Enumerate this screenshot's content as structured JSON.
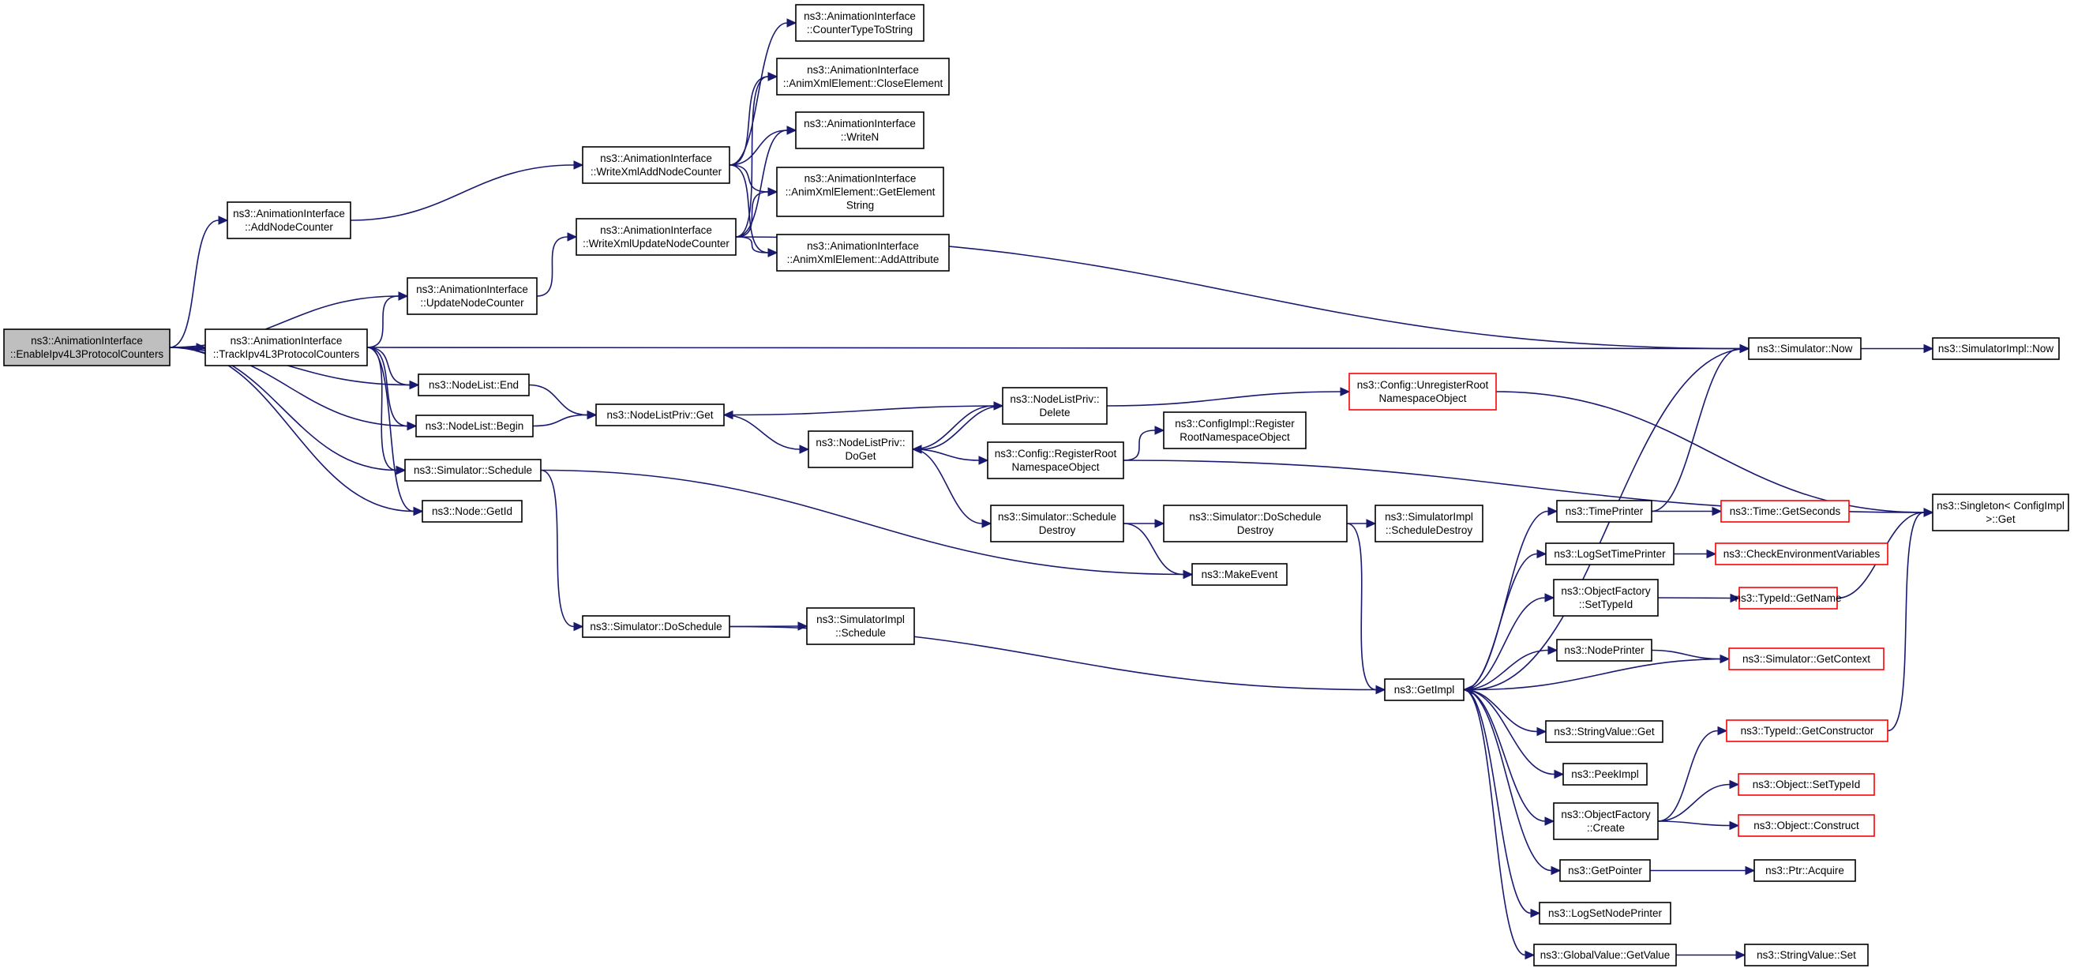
{
  "colors": {
    "edge": "#191970",
    "root_fill": "#bfbfbf",
    "node_border": "#000000",
    "truncated_border": "#ff0000"
  },
  "nodes": [
    {
      "id": "enable",
      "lines": [
        "ns3::AnimationInterface",
        "::EnableIpv4L3ProtocolCounters"
      ],
      "root": true
    },
    {
      "id": "addnode",
      "lines": [
        "ns3::AnimationInterface",
        "::AddNodeCounter"
      ]
    },
    {
      "id": "writexmladd",
      "lines": [
        "ns3::AnimationInterface",
        "::WriteXmlAddNodeCounter"
      ]
    },
    {
      "id": "countertype",
      "lines": [
        "ns3::AnimationInterface",
        "::CounterTypeToString"
      ]
    },
    {
      "id": "closeelem",
      "lines": [
        "ns3::AnimationInterface",
        "::AnimXmlElement::CloseElement"
      ]
    },
    {
      "id": "writen",
      "lines": [
        "ns3::AnimationInterface",
        "::WriteN"
      ]
    },
    {
      "id": "getelem",
      "lines": [
        "ns3::AnimationInterface",
        "::AnimXmlElement::GetElement",
        "String"
      ]
    },
    {
      "id": "addattr",
      "lines": [
        "ns3::AnimationInterface",
        "::AnimXmlElement::AddAttribute"
      ]
    },
    {
      "id": "writexmlupd",
      "lines": [
        "ns3::AnimationInterface",
        "::WriteXmlUpdateNodeCounter"
      ]
    },
    {
      "id": "updnode",
      "lines": [
        "ns3::AnimationInterface",
        "::UpdateNodeCounter"
      ]
    },
    {
      "id": "track",
      "lines": [
        "ns3::AnimationInterface",
        "::TrackIpv4L3ProtocolCounters"
      ]
    },
    {
      "id": "nlend",
      "lines": [
        "ns3::NodeList::End"
      ]
    },
    {
      "id": "nlbegin",
      "lines": [
        "ns3::NodeList::Begin"
      ]
    },
    {
      "id": "simsched",
      "lines": [
        "ns3::Simulator::Schedule"
      ]
    },
    {
      "id": "nodegetid",
      "lines": [
        "ns3::Node::GetId"
      ]
    },
    {
      "id": "nlpget",
      "lines": [
        "ns3::NodeListPriv::Get"
      ]
    },
    {
      "id": "nlpdoget",
      "lines": [
        "ns3::NodeListPriv::",
        "DoGet"
      ]
    },
    {
      "id": "nlpdelete",
      "lines": [
        "ns3::NodeListPriv::",
        "Delete"
      ]
    },
    {
      "id": "cfgreg",
      "lines": [
        "ns3::Config::RegisterRoot",
        "NamespaceObject"
      ]
    },
    {
      "id": "cfgimplreg",
      "lines": [
        "ns3::ConfigImpl::Register",
        "RootNamespaceObject"
      ]
    },
    {
      "id": "cfgunreg",
      "lines": [
        "ns3::Config::UnregisterRoot",
        "NamespaceObject"
      ],
      "truncated": true
    },
    {
      "id": "simnow",
      "lines": [
        "ns3::Simulator::Now"
      ]
    },
    {
      "id": "simimplnow",
      "lines": [
        "ns3::SimulatorImpl::Now"
      ]
    },
    {
      "id": "singleton",
      "lines": [
        "ns3::Singleton< ConfigImpl",
        " >::Get"
      ]
    },
    {
      "id": "simschedd",
      "lines": [
        "ns3::Simulator::Schedule",
        "Destroy"
      ]
    },
    {
      "id": "simdoschedd",
      "lines": [
        "ns3::Simulator::DoSchedule",
        "Destroy"
      ]
    },
    {
      "id": "simimplschedd",
      "lines": [
        "ns3::SimulatorImpl",
        "::ScheduleDestroy"
      ]
    },
    {
      "id": "makeevent",
      "lines": [
        "ns3::MakeEvent"
      ]
    },
    {
      "id": "simdosched",
      "lines": [
        "ns3::Simulator::DoSchedule"
      ]
    },
    {
      "id": "simimplsched",
      "lines": [
        "ns3::SimulatorImpl",
        "::Schedule"
      ]
    },
    {
      "id": "getimpl",
      "lines": [
        "ns3::GetImpl"
      ]
    },
    {
      "id": "timeprinter",
      "lines": [
        "ns3::TimePrinter"
      ]
    },
    {
      "id": "timegetsec",
      "lines": [
        "ns3::Time::GetSeconds"
      ],
      "truncated": true
    },
    {
      "id": "logsettime",
      "lines": [
        "ns3::LogSetTimePrinter"
      ]
    },
    {
      "id": "checkenv",
      "lines": [
        "ns3::CheckEnvironmentVariables"
      ],
      "truncated": true
    },
    {
      "id": "ofsettypeid",
      "lines": [
        "ns3::ObjectFactory",
        "::SetTypeId"
      ]
    },
    {
      "id": "typeidgetname",
      "lines": [
        "ns3::TypeId::GetName"
      ],
      "truncated": true
    },
    {
      "id": "nodeprinter",
      "lines": [
        "ns3::NodePrinter"
      ]
    },
    {
      "id": "simgetctx",
      "lines": [
        "ns3::Simulator::GetContext"
      ],
      "truncated": true
    },
    {
      "id": "stringvalget",
      "lines": [
        "ns3::StringValue::Get"
      ]
    },
    {
      "id": "typeidgetctor",
      "lines": [
        "ns3::TypeId::GetConstructor"
      ],
      "truncated": true
    },
    {
      "id": "peekimpl",
      "lines": [
        "ns3::PeekImpl"
      ]
    },
    {
      "id": "objsettypeid",
      "lines": [
        "ns3::Object::SetTypeId"
      ],
      "truncated": true
    },
    {
      "id": "ofcreate",
      "lines": [
        "ns3::ObjectFactory",
        "::Create"
      ]
    },
    {
      "id": "objconstruct",
      "lines": [
        "ns3::Object::Construct"
      ],
      "truncated": true
    },
    {
      "id": "getpointer",
      "lines": [
        "ns3::GetPointer"
      ]
    },
    {
      "id": "ptracquire",
      "lines": [
        "ns3::Ptr::Acquire"
      ]
    },
    {
      "id": "logsetnode",
      "lines": [
        "ns3::LogSetNodePrinter"
      ]
    },
    {
      "id": "gvgetvalue",
      "lines": [
        "ns3::GlobalValue::GetValue"
      ]
    },
    {
      "id": "stringvalset",
      "lines": [
        "ns3::StringValue::Set"
      ]
    }
  ],
  "edges": [
    [
      "enable",
      "addnode"
    ],
    [
      "enable",
      "updnode"
    ],
    [
      "enable",
      "track"
    ],
    [
      "enable",
      "nlend"
    ],
    [
      "enable",
      "nlbegin"
    ],
    [
      "enable",
      "simsched"
    ],
    [
      "enable",
      "nodegetid"
    ],
    [
      "addnode",
      "writexmladd"
    ],
    [
      "writexmladd",
      "countertype"
    ],
    [
      "writexmladd",
      "closeelem"
    ],
    [
      "writexmladd",
      "writen"
    ],
    [
      "writexmladd",
      "getelem"
    ],
    [
      "writexmladd",
      "addattr"
    ],
    [
      "updnode",
      "writexmlupd"
    ],
    [
      "writexmlupd",
      "closeelem"
    ],
    [
      "writexmlupd",
      "writen"
    ],
    [
      "writexmlupd",
      "getelem"
    ],
    [
      "writexmlupd",
      "addattr"
    ],
    [
      "writexmlupd",
      "simnow"
    ],
    [
      "track",
      "updnode"
    ],
    [
      "track",
      "simnow"
    ],
    [
      "track",
      "nlend"
    ],
    [
      "track",
      "nlbegin"
    ],
    [
      "track",
      "simsched"
    ],
    [
      "track",
      "nodegetid"
    ],
    [
      "nlend",
      "nlpget"
    ],
    [
      "nlbegin",
      "nlpget"
    ],
    [
      "nlpget",
      "nlpdoget"
    ],
    [
      "nlpdoget",
      "nlpdelete"
    ],
    [
      "nlpdoget",
      "cfgreg"
    ],
    [
      "nlpdoget",
      "simschedd"
    ],
    [
      "nlpdelete",
      "nlpget"
    ],
    [
      "nlpdelete",
      "nlpdoget"
    ],
    [
      "nlpdelete",
      "cfgunreg"
    ],
    [
      "cfgreg",
      "cfgimplreg"
    ],
    [
      "cfgreg",
      "singleton"
    ],
    [
      "cfgunreg",
      "singleton"
    ],
    [
      "simsched",
      "makeevent"
    ],
    [
      "simsched",
      "simdosched"
    ],
    [
      "simschedd",
      "simdoschedd"
    ],
    [
      "simschedd",
      "makeevent"
    ],
    [
      "simdoschedd",
      "simimplschedd"
    ],
    [
      "simdoschedd",
      "getimpl"
    ],
    [
      "simdosched",
      "simimplsched"
    ],
    [
      "simdosched",
      "getimpl"
    ],
    [
      "simnow",
      "simimplnow"
    ],
    [
      "simnow",
      "getimpl"
    ],
    [
      "getimpl",
      "timeprinter"
    ],
    [
      "getimpl",
      "logsettime"
    ],
    [
      "getimpl",
      "ofsettypeid"
    ],
    [
      "getimpl",
      "nodeprinter"
    ],
    [
      "getimpl",
      "stringvalget"
    ],
    [
      "getimpl",
      "peekimpl"
    ],
    [
      "getimpl",
      "ofcreate"
    ],
    [
      "getimpl",
      "getpointer"
    ],
    [
      "getimpl",
      "logsetnode"
    ],
    [
      "getimpl",
      "gvgetvalue"
    ],
    [
      "timeprinter",
      "simnow"
    ],
    [
      "timeprinter",
      "timegetsec"
    ],
    [
      "logsettime",
      "checkenv"
    ],
    [
      "ofsettypeid",
      "typeidgetname"
    ],
    [
      "typeidgetname",
      "singleton"
    ],
    [
      "nodeprinter",
      "simgetctx"
    ],
    [
      "simgetctx",
      "getimpl"
    ],
    [
      "typeidgetctor",
      "singleton"
    ],
    [
      "ofcreate",
      "typeidgetctor"
    ],
    [
      "ofcreate",
      "objsettypeid"
    ],
    [
      "ofcreate",
      "objconstruct"
    ],
    [
      "getpointer",
      "ptracquire"
    ],
    [
      "gvgetvalue",
      "stringvalset"
    ]
  ]
}
